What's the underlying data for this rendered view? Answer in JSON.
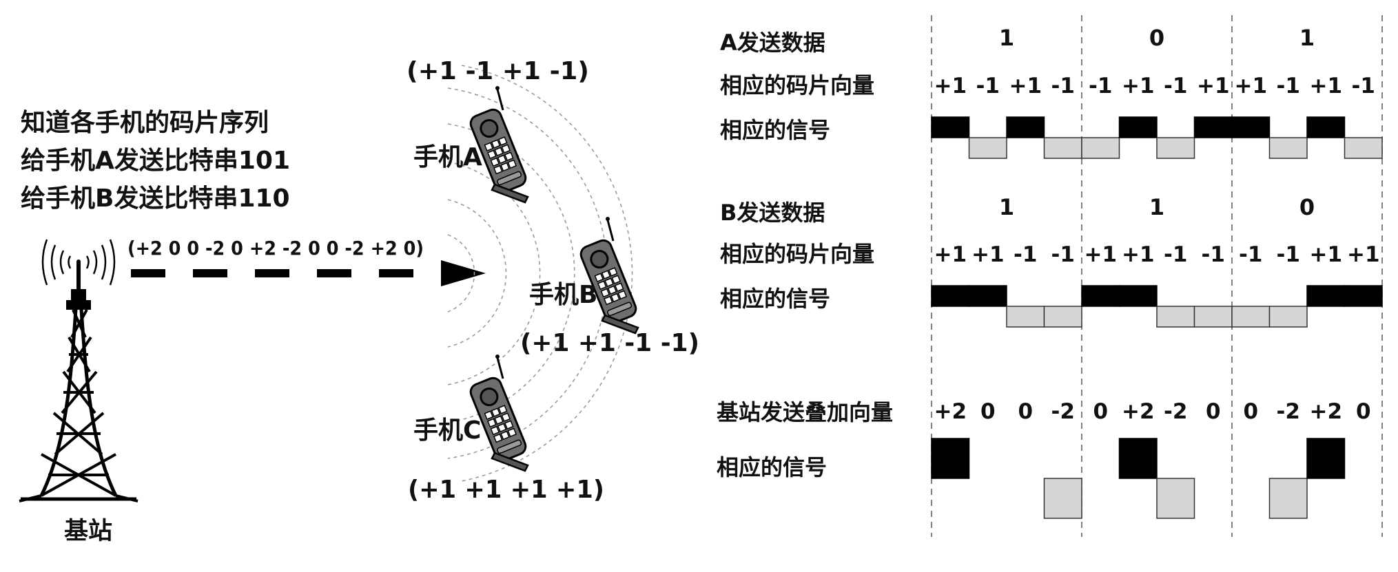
{
  "left": {
    "info_lines": [
      "知道各手机的码片序列",
      "给手机A发送比特串101",
      "给手机B发送比特串110"
    ],
    "sum_sequence": "(+2 0 0 -2 0 +2 -2 0 0 -2 +2 0)",
    "base_station_label": "基站"
  },
  "phones": [
    {
      "label": "手机A",
      "code": "(+1 -1 +1 -1)"
    },
    {
      "label": "手机B",
      "code": "(+1 +1 -1 -1)"
    },
    {
      "label": "手机C",
      "code": "(+1 +1 +1 +1)"
    }
  ],
  "rows": {
    "a_data": {
      "label": "A发送数据",
      "bits": [
        "1",
        "0",
        "1"
      ]
    },
    "a_chips": {
      "label": "相应的码片向量",
      "values": [
        "+1",
        "-1",
        "+1",
        "-1",
        "-1",
        "+1",
        "-1",
        "+1",
        "+1",
        "-1",
        "+1",
        "-1"
      ]
    },
    "a_signal": {
      "label": "相应的信号"
    },
    "b_data": {
      "label": "B发送数据",
      "bits": [
        "1",
        "1",
        "0"
      ]
    },
    "b_chips": {
      "label": "相应的码片向量",
      "values": [
        "+1",
        "+1",
        "-1",
        "-1",
        "+1",
        "+1",
        "-1",
        "-1",
        "-1",
        "-1",
        "+1",
        "+1"
      ]
    },
    "b_signal": {
      "label": "相应的信号"
    },
    "sum_row": {
      "label": "基站发送叠加向量",
      "values": [
        "+2",
        "0",
        "0",
        "-2",
        "0",
        "+2",
        "-2",
        "0",
        "0",
        "-2",
        "+2",
        "0"
      ]
    },
    "sum_signal": {
      "label": "相应的信号"
    }
  }
}
